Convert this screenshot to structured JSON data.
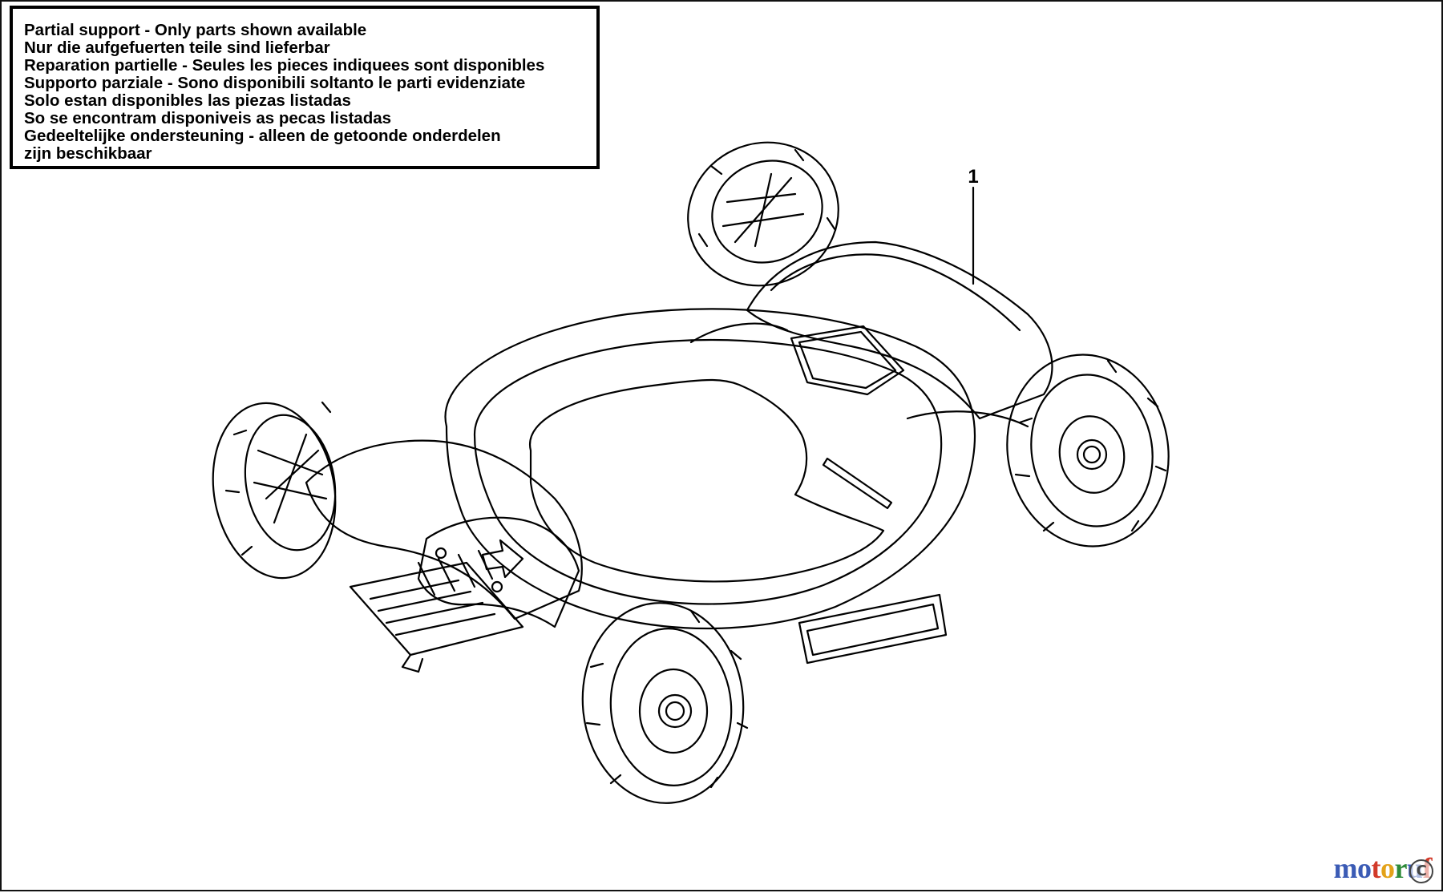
{
  "notice": {
    "lines": [
      "Partial support - Only parts shown available",
      "Nur die aufgefuerten teile sind lieferbar",
      "Reparation partielle - Seules les pieces indiquees sont disponibles",
      "Supporto parziale - Sono disponibili soltanto le parti evidenziate",
      "Solo estan disponibles las piezas listadas",
      "So se encontram disponiveis as pecas listadas",
      "Gedeeltelijke ondersteuning - alleen de getoonde onderdelen",
      "zijn beschikbaar"
    ]
  },
  "diagram": {
    "callouts": [
      {
        "label": "1"
      }
    ]
  },
  "watermark": {
    "letters": [
      "m",
      "o",
      "t",
      "o",
      "r",
      "u",
      "f"
    ],
    "letter_colors": [
      "#3b5bb5",
      "#3b5bb5",
      "#d23a2a",
      "#e3a21a",
      "#2e8b3a",
      "#3b5bb5",
      "#d23a2a"
    ],
    "copyright_symbol": "C",
    "logo_text": "motoruf"
  },
  "colors": {
    "line": "#000000",
    "background": "#ffffff"
  }
}
